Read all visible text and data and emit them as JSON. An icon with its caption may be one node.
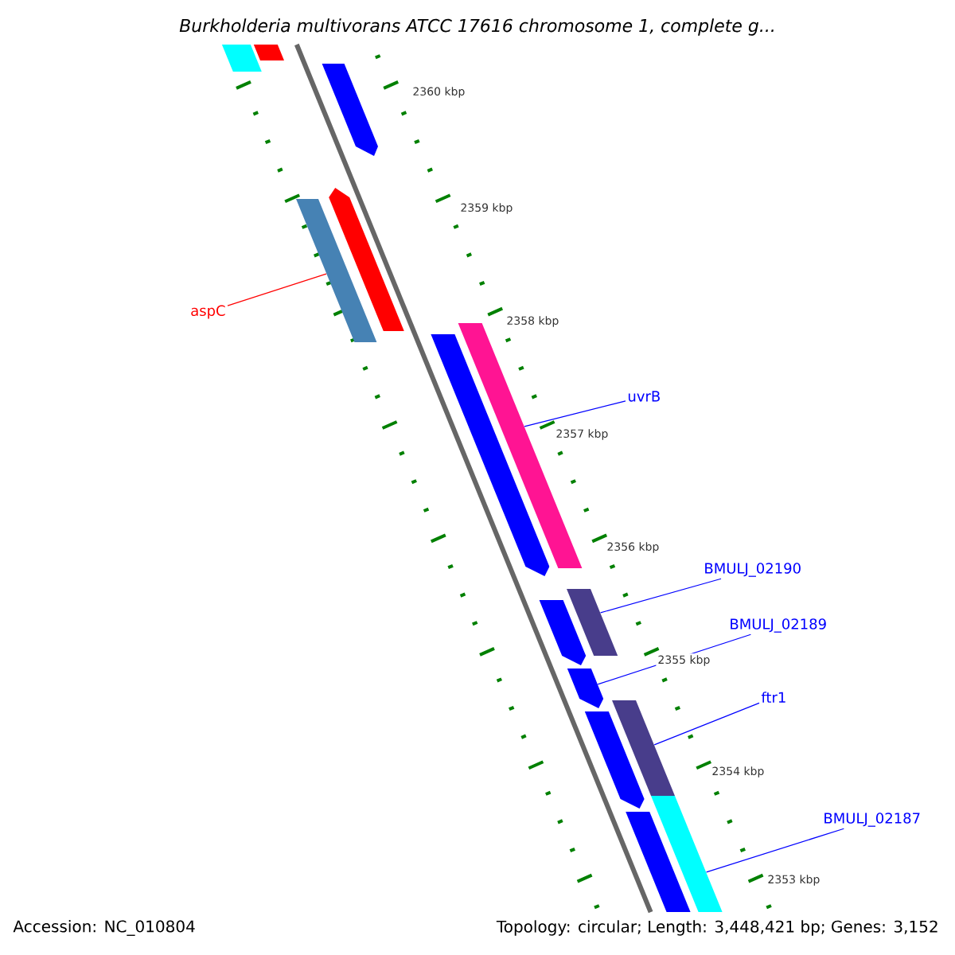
{
  "diagram": {
    "title": "Burkholderia multivorans ATCC 17616 chromosome 1, complete g...",
    "nodes": [
      {
        "text": [
          "aspC"
        ]
      },
      {
        "text": [
          "uvrB"
        ]
      },
      {
        "text": [
          "BMULJ_02190"
        ]
      },
      {
        "text": [
          "BMULJ_02189"
        ]
      },
      {
        "text": [
          "ftr1"
        ]
      },
      {
        "text": [
          "BMULJ_02187"
        ]
      },
      {
        "text": [],
        "shape": "bar"
      },
      {
        "text": [],
        "shape": "bar"
      },
      {
        "text": [],
        "shape": "bar"
      },
      {
        "text": [],
        "shape": "bar"
      },
      {
        "text": [],
        "shape": "bar"
      },
      {
        "text": [],
        "shape": "bar"
      },
      {
        "text": [],
        "shape": "bar"
      },
      {
        "text": [],
        "shape": "bar"
      },
      {
        "text": [],
        "shape": "bar"
      },
      {
        "text": [],
        "shape": "bar"
      },
      {
        "text": [],
        "shape": "bar"
      },
      {
        "text": [],
        "shape": "bar"
      },
      {
        "text": [],
        "shape": "bar"
      },
      {
        "text": [],
        "shape": "bar"
      }
    ],
    "edges": [
      {
        "from": 0,
        "to": 10,
        "arrow": "none",
        "color": "#ff0000"
      },
      {
        "from": 1,
        "to": 11,
        "arrow": "none"
      },
      {
        "from": 2,
        "to": 13,
        "arrow": "none"
      },
      {
        "from": 3,
        "to": 15,
        "arrow": "none"
      },
      {
        "from": 4,
        "to": 16,
        "arrow": "none"
      },
      {
        "from": 5,
        "to": 18,
        "arrow": "none"
      }
    ],
    "labels": [
      "2360 kbp",
      "2359 kbp",
      "2358 kbp",
      "2357 kbp",
      "2356 kbp",
      "2355 kbp",
      "2354 kbp",
      "2353 kbp",
      "Accession: NC_010804",
      "Topology: circular; Length: 3,448,421 bp; Genes: 3,152"
    ]
  }
}
